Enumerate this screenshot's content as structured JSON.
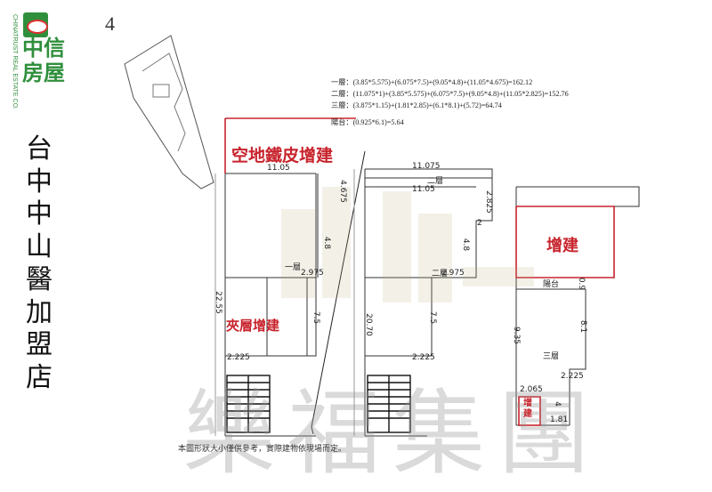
{
  "brand": {
    "name": "中信房屋",
    "english": "CHINATRUST REAL ESTATE CO."
  },
  "title_chars": [
    "台",
    "中",
    "中",
    "山",
    "醫",
    "加",
    "盟",
    "店"
  ],
  "plan": {
    "page_number": "4",
    "formulas": [
      "一層：(3.85*5.575)+(6.075*7.5)+(9.05*4.8)+(11.05*4.675)=162.12",
      "二層：(11.075*1)+(3.85*5.575)+(6.075*7.5)+(9.05*4.8)+(11.05*2.825)=152.76",
      "三層：(3.875*1.15)+(1.81*2.85)+(6.1*8.1)+(5.72)=64.74",
      "陽台：(0.925*6.1)=5.64"
    ],
    "labels": {
      "yard": "空地鐵皮增建",
      "mezzanine": "夾層增建",
      "extension": "增建",
      "extension_small": "增建",
      "floor1": "一層",
      "floor2_a": "二層",
      "floor2_b": "二層",
      "floor3": "三層",
      "balcony": "陽台"
    },
    "dims": {
      "d11_05_left": "11.05",
      "d4_675": "4.675",
      "d4_8_left": "4.8",
      "d2_975_left": "2.975",
      "d22_55": "22.55",
      "d7_5_left": "7.5",
      "d2_225_left": "2.225",
      "d11_075": "11.075",
      "d11_05_mid": "11.05",
      "d2_825": "2.825",
      "d2": "2",
      "d4_8_mid": "4.8",
      "d2_975_mid": "2.975",
      "d20_70": "20.70",
      "d7_5_mid": "7.5",
      "d2_225_mid": "2.225",
      "d0_9": "0.9",
      "d9_35": "9.35",
      "d8_1": "8.1",
      "d2_225_right": "2.225",
      "d2_065": "2.065",
      "d4": "4",
      "d1_81": "1.81"
    },
    "disclaimer": "本圖形狀大小僅供參考，實際建物依現場而定。"
  },
  "watermark": "樂福集團",
  "colors": {
    "brand_green": "#2f8f3c",
    "accent_red": "#c8232c"
  }
}
